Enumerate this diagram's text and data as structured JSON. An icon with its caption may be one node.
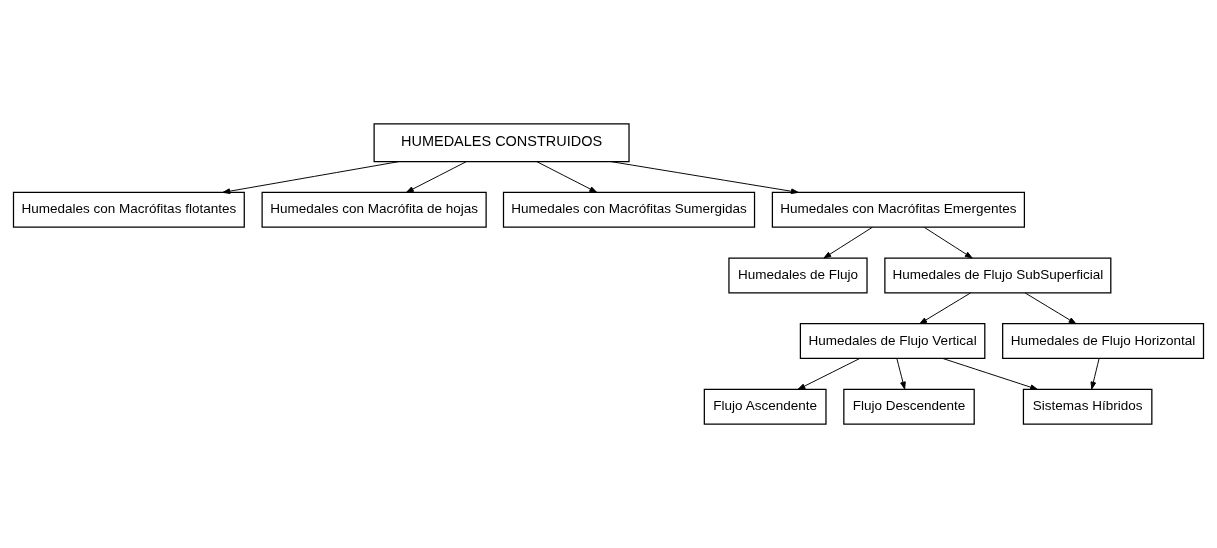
{
  "diagram": {
    "nodes": [
      {
        "text": [
          "HUMEDALES CONSTRUIDOS"
        ]
      },
      {
        "text": [
          "Humedales con Macrófitas flotantes"
        ]
      },
      {
        "text": [
          "Humedales con Macrófita de hojas"
        ]
      },
      {
        "text": [
          "Humedales con Macrófitas Sumergidas"
        ]
      },
      {
        "text": [
          "Humedales con Macrófitas Emergentes"
        ]
      },
      {
        "text": [
          "Humedales de Flujo"
        ]
      },
      {
        "text": [
          "Humedales de Flujo SubSuperficial"
        ]
      },
      {
        "text": [
          "Flujo Ascendente"
        ]
      },
      {
        "text": [
          "Humedales de Flujo Vertical"
        ]
      },
      {
        "text": [
          "Humedales de Flujo Horizontal"
        ]
      },
      {
        "text": [
          "Flujo Descendente"
        ]
      },
      {
        "text": [
          "Sistemas Híbridos"
        ]
      }
    ],
    "edges": [
      {
        "from": 0,
        "to": 1,
        "arrow": "to"
      },
      {
        "from": 0,
        "to": 2,
        "arrow": "to"
      },
      {
        "from": 0,
        "to": 3,
        "arrow": "to"
      },
      {
        "from": 0,
        "to": 4,
        "arrow": "to"
      },
      {
        "from": 4,
        "to": 5,
        "arrow": "to"
      },
      {
        "from": 4,
        "to": 6,
        "arrow": "to"
      },
      {
        "from": 6,
        "to": 8,
        "arrow": "to"
      },
      {
        "from": 6,
        "to": 9,
        "arrow": "to"
      },
      {
        "from": 8,
        "to": 7,
        "arrow": "to"
      },
      {
        "from": 8,
        "to": 10,
        "arrow": "to"
      },
      {
        "from": 8,
        "to": 11,
        "arrow": "to"
      },
      {
        "from": 9,
        "to": 11,
        "arrow": "to"
      }
    ]
  }
}
